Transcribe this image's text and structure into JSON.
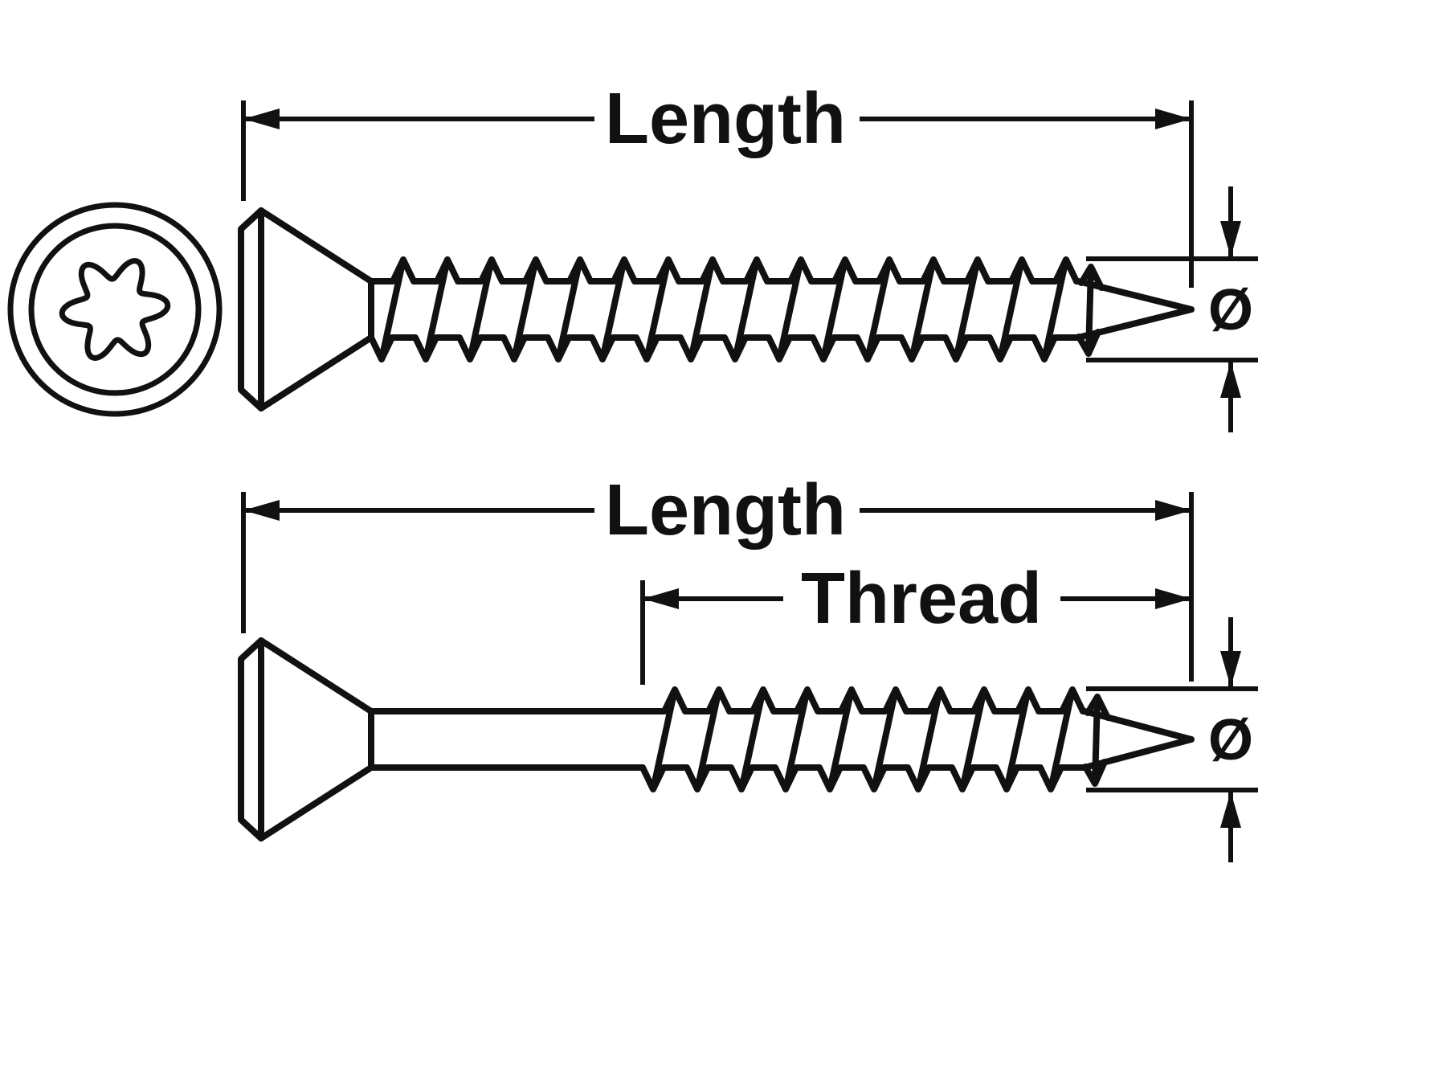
{
  "colors": {
    "line": "#111111",
    "background": "#ffffff"
  },
  "labels": {
    "length_top": "Length",
    "length_bottom": "Length",
    "thread": "Thread",
    "diameter_top": "Ø",
    "diameter_bottom": "Ø"
  }
}
